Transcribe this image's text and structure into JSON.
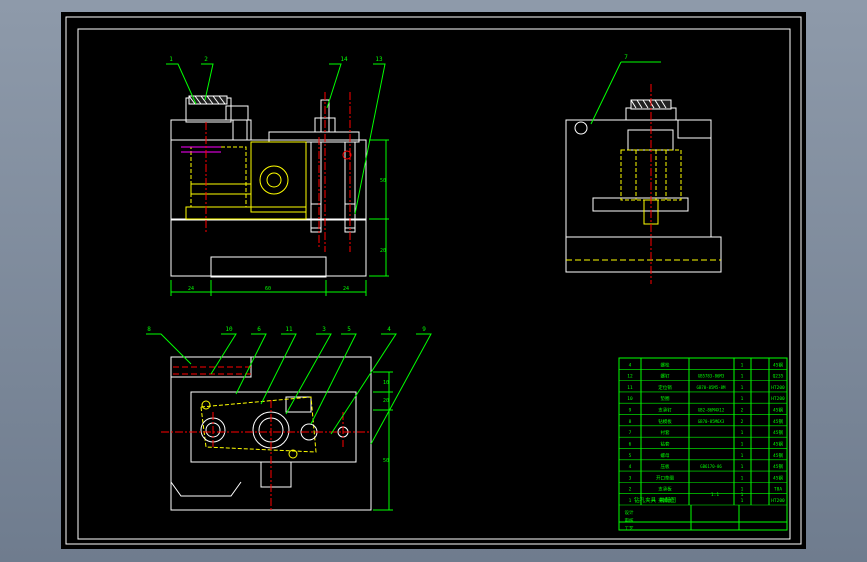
{
  "colors": {
    "viewport_bg": "#7f8b9c",
    "sheet_bg": "#000000",
    "outline": "#ffffff",
    "dimension": "#00ff00",
    "hidden_line": "#ffff00",
    "center_line": "#ff0000",
    "accent": "#ff00ff"
  },
  "leaders": {
    "front": [
      "1",
      "2",
      "14",
      "13"
    ],
    "side": [
      "7"
    ],
    "top": [
      "8",
      "10",
      "6",
      "11",
      "3",
      "5",
      "4",
      "9"
    ]
  },
  "dimensions": {
    "front_bottom": [
      "24",
      "60",
      "24"
    ],
    "front_right": [
      "50",
      "20"
    ],
    "top_right": [
      "10",
      "20",
      "50"
    ]
  },
  "title_block": {
    "rows": [
      {
        "no": "4",
        "code": "",
        "name": "螺栓",
        "qty": "1",
        "mat": "45钢"
      },
      {
        "no": "12",
        "code": "GB5783-86M3",
        "name": "螺钉",
        "qty": "1",
        "mat": "Q235"
      },
      {
        "no": "11",
        "code": "GB70-85M5-8M",
        "name": "定位销",
        "qty": "1",
        "mat": "HT200"
      },
      {
        "no": "10",
        "code": "",
        "name": "垫圈",
        "qty": "1",
        "mat": "HT200"
      },
      {
        "no": "9",
        "code": "GB2-86M4X12",
        "name": "支承钉",
        "qty": "2",
        "mat": "45钢"
      },
      {
        "no": "8",
        "code": "GB70-85M6X3",
        "name": "钻模板",
        "qty": "2",
        "mat": "45钢"
      },
      {
        "no": "7",
        "code": "",
        "name": "衬套",
        "qty": "1",
        "mat": "45钢"
      },
      {
        "no": "6",
        "code": "",
        "name": "钻套",
        "qty": "1",
        "mat": "45钢"
      },
      {
        "no": "5",
        "code": "",
        "name": "螺母",
        "qty": "1",
        "mat": "45钢"
      },
      {
        "no": "4",
        "code": "GB6170-86",
        "name": "压板",
        "qty": "1",
        "mat": "45钢"
      },
      {
        "no": "3",
        "code": "",
        "name": "开口垫圈",
        "qty": "1",
        "mat": "45钢"
      },
      {
        "no": "2",
        "code": "",
        "name": "支承板",
        "qty": "1",
        "mat": "T8A"
      },
      {
        "no": "1",
        "code": "",
        "name": "夹具体",
        "qty": "1",
        "mat": "HT200"
      }
    ],
    "title": "钻孔夹具 装配图",
    "scale": "1:1",
    "sheet": "1",
    "sign_rows": [
      "设计",
      "审核",
      "工艺"
    ]
  }
}
